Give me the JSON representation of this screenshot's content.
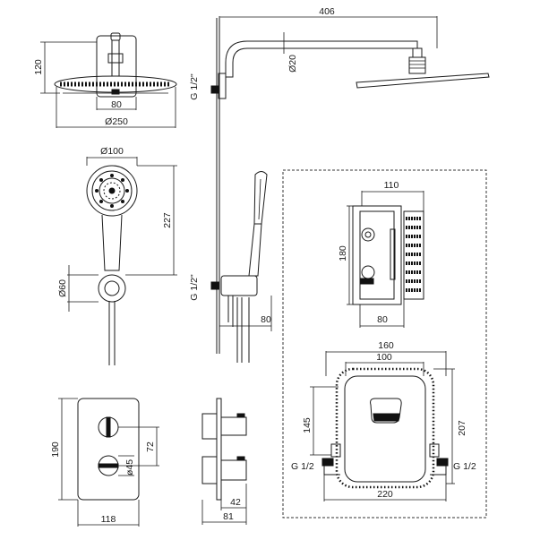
{
  "dimensions": {
    "shower_arm_length": "406",
    "arm_diameter": "Ø20",
    "head_height": "120",
    "head_top_width": "80",
    "head_diameter": "Ø250",
    "thread_top": "G 1/2\"",
    "thread_mid": "G 1/2\"",
    "hand_shower_diameter": "Ø100",
    "hand_shower_length": "227",
    "holder_diameter": "Ø60",
    "holder_depth": "80",
    "box_width": "110",
    "box_height": "180",
    "box_depth": "80",
    "frame_outer": "160",
    "frame_inner": "100",
    "frame_height": "207",
    "frame_inner_height": "145",
    "frame_base": "220",
    "inlet_left": "G 1/2",
    "inlet_right": "G 1/2",
    "plate_height": "190",
    "knob_spacing": "72",
    "knob_diameter": "ø45",
    "plate_width": "118",
    "knob_depth": "42",
    "plate_depth": "81"
  }
}
